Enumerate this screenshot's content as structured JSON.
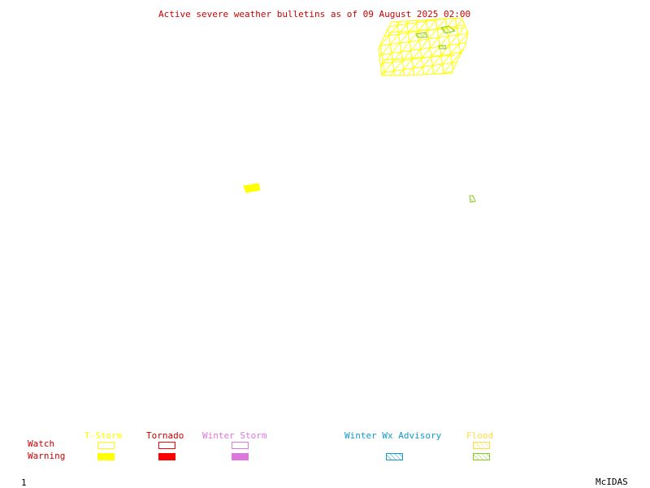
{
  "title": "Active severe weather bulletins as of 09 August 2025 02:00",
  "colors": {
    "title": "#cc0000",
    "tstorm": "#ffff00",
    "tornado": "#ff0000",
    "winter_storm": "#dd77dd",
    "winter_wx": "#1199cc",
    "flood_label": "#ffdd44",
    "flood_hatch": "#88cc22"
  },
  "legend": {
    "watch_label": "Watch",
    "warning_label": "Warning",
    "tstorm_label": "T-Storm",
    "tornado_label": "Tornado",
    "winter_storm_label": "Winter Storm",
    "winter_wx_label": "Winter Wx Advisory",
    "flood_label": "Flood"
  },
  "footer": {
    "frame_number": "1",
    "software_label": "McIDAS"
  }
}
